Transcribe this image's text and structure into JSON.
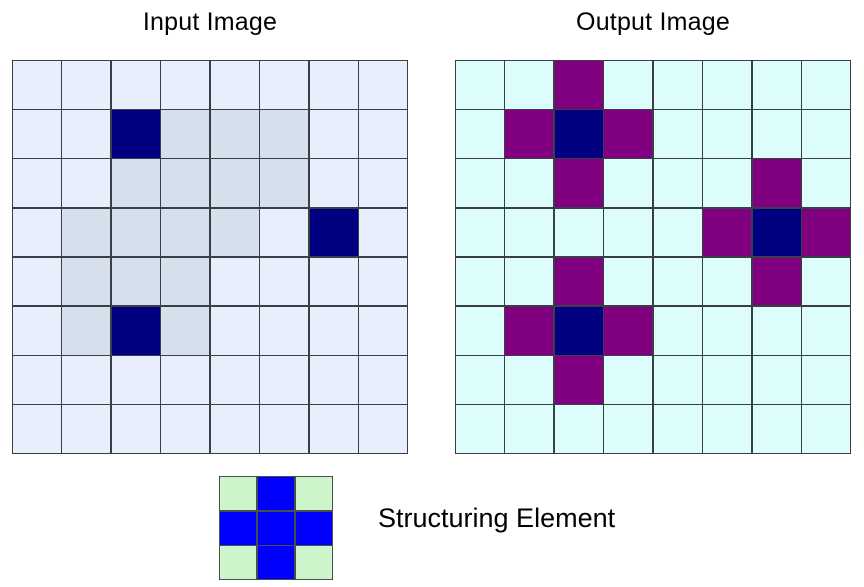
{
  "figure": {
    "caption_input": "Input Image",
    "caption_output": "Output Image",
    "caption_structuring_element": "Structuring Element"
  },
  "colors": {
    "input_background": "#e8eefb",
    "input_shade": "#d6e0ec",
    "navy": "#000080",
    "output_background": "#ddfdfd",
    "purple": "#800080",
    "se_background": "#ccf5cc",
    "se_blue": "#0000ff",
    "gridline": "#3a3f46"
  },
  "chart_data": {
    "type": "heatmap",
    "title": "Morphological dilation with a plus-shaped structuring element",
    "grids": [
      {
        "name": "input-image",
        "label": "Input Image",
        "rows": 8,
        "cols": 8,
        "legend": {
          "0": "background",
          "1": "shade",
          "2": "navy"
        },
        "values": [
          [
            0,
            0,
            0,
            0,
            0,
            0,
            0,
            0
          ],
          [
            0,
            0,
            2,
            1,
            1,
            1,
            0,
            0
          ],
          [
            0,
            0,
            1,
            1,
            1,
            1,
            0,
            0
          ],
          [
            0,
            1,
            1,
            1,
            1,
            0,
            2,
            0
          ],
          [
            0,
            1,
            1,
            1,
            0,
            0,
            0,
            0
          ],
          [
            0,
            1,
            2,
            1,
            0,
            0,
            0,
            0
          ],
          [
            0,
            0,
            0,
            0,
            0,
            0,
            0,
            0
          ],
          [
            0,
            0,
            0,
            0,
            0,
            0,
            0,
            0
          ]
        ]
      },
      {
        "name": "output-image",
        "label": "Output Image",
        "rows": 8,
        "cols": 8,
        "legend": {
          "0": "background",
          "1": "purple",
          "2": "navy"
        },
        "values": [
          [
            0,
            0,
            1,
            0,
            0,
            0,
            0,
            0
          ],
          [
            0,
            1,
            2,
            1,
            0,
            0,
            0,
            0
          ],
          [
            0,
            0,
            1,
            0,
            0,
            0,
            1,
            0
          ],
          [
            0,
            0,
            0,
            0,
            0,
            1,
            2,
            1
          ],
          [
            0,
            0,
            1,
            0,
            0,
            0,
            1,
            0
          ],
          [
            0,
            1,
            2,
            1,
            0,
            0,
            0,
            0
          ],
          [
            0,
            0,
            1,
            0,
            0,
            0,
            0,
            0
          ],
          [
            0,
            0,
            0,
            0,
            0,
            0,
            0,
            0
          ]
        ]
      },
      {
        "name": "structuring-element",
        "label": "Structuring Element",
        "rows": 3,
        "cols": 3,
        "legend": {
          "0": "green",
          "1": "blue"
        },
        "values": [
          [
            0,
            1,
            0
          ],
          [
            1,
            1,
            1
          ],
          [
            0,
            1,
            0
          ]
        ]
      }
    ]
  }
}
